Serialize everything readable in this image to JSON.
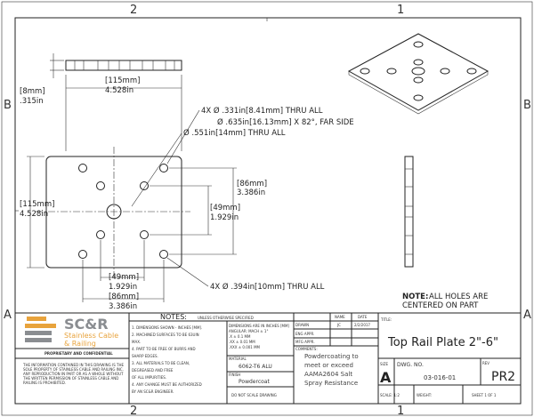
{
  "zones": {
    "top": [
      "2",
      "1"
    ],
    "side": [
      "B",
      "A"
    ]
  },
  "dimensions": {
    "left_thick": [
      "[8mm]",
      ".315in"
    ],
    "top_width": [
      "[115mm]",
      "4.528in"
    ],
    "holes_small": "4X Ø .331in[8.41mm] THRU ALL",
    "holes_csink": "Ø .635in[16.13mm] X 82°, FAR SIDE",
    "center_hole": "Ø .551in[14mm] THRU ALL",
    "right_outer": [
      "[86mm]",
      "3.386in"
    ],
    "right_inner": [
      "[49mm]",
      "1.929in"
    ],
    "left_height": [
      "[115mm]",
      "4.528in"
    ],
    "bottom_inner": [
      "[49mm]",
      "1.929in"
    ],
    "bottom_outer": [
      "[86mm]",
      "3.386in"
    ],
    "holes_outer": "4X Ø .394in[10mm] THRU ALL"
  },
  "note": {
    "label": "NOTE:",
    "text1": "ALL HOLES ARE",
    "text2": "CENTERED ON PART"
  },
  "logo": {
    "name": "SC&R",
    "line1": "Stainless Cable",
    "line2": "& Railing",
    "colors": {
      "orange": "#e8a33c",
      "gray": "#8a8d91"
    }
  },
  "proprietary": {
    "heading": "PROPRIETARY AND CONFIDENTIAL",
    "lines": [
      "THE INFORMATION CONTAINED IN THIS DRAWING IS THE",
      "SOLE PROPERTY OF STAINLESS CABLE AND RAILING INC.",
      "ANY REPRODUCTION IN PART OR AS A WHOLE WITHOUT",
      "THE WRITTEN PERMISSION OF STAINLESS CABLE AND",
      "RAILING IS PROHIBITED."
    ]
  },
  "notes": {
    "title": "NOTES:",
    "subtitle": "UNLESS OTHERWISE SPECIFIED",
    "items": [
      "1. DIMENSIONS SHOWN - INCHES [MM].",
      "2. MACHINED SURFACES TO BE 63UIN",
      "MAX.",
      "4. PART TO BE FREE OF BURRS AND",
      "SHARP EDGES.",
      "3. ALL MATERIALS TO BE CLEAN,",
      "DEGREASED AND FREE",
      "OF ALL IMPURITIES.",
      "4. ANY CHANGE MUST BE AUTHORIZED",
      "BY AN SC&R ENGINEER."
    ]
  },
  "tolerances": {
    "lines": [
      "DIMENSIONS ARE IN INCHES [MM]",
      "ANGULAR: MACH ± 1°",
      ".X  ± 0.1 MM",
      ".XX  ± 0.01 MM",
      ".XXX  ± 0.001 MM"
    ]
  },
  "material": {
    "label": "MATERIAL",
    "value": "6062-T6 ALU"
  },
  "finish": {
    "label": "FINISH",
    "value": "Powdercoat"
  },
  "do_not_scale": "DO NOT SCALE DRAWING",
  "signoff": {
    "name_header": "NAME",
    "date_header": "DATE",
    "rows": [
      {
        "label": "DRAWN",
        "name": "JC",
        "date": "2/2/2017"
      },
      {
        "label": "ENG APPR.",
        "name": "",
        "date": ""
      },
      {
        "label": "MFG APPR.",
        "name": "",
        "date": ""
      }
    ]
  },
  "comments": {
    "label": "COMMENTS:",
    "lines": [
      "Powdercoating to",
      "meet or exceed",
      "AAMA2604 Salt",
      "Spray Resistance"
    ]
  },
  "title_block": {
    "title_label": "TITLE:",
    "title": "Top Rail Plate 2\"-6\"",
    "size_label": "SIZE",
    "size": "A",
    "dwg_label": "DWG. NO.",
    "dwg_no": "03-016-01",
    "rev_label": "REV",
    "rev": "PR2",
    "scale": "SCALE: 1:2",
    "weight": "WEIGHT:",
    "sheet": "SHEET 1 OF 1"
  }
}
